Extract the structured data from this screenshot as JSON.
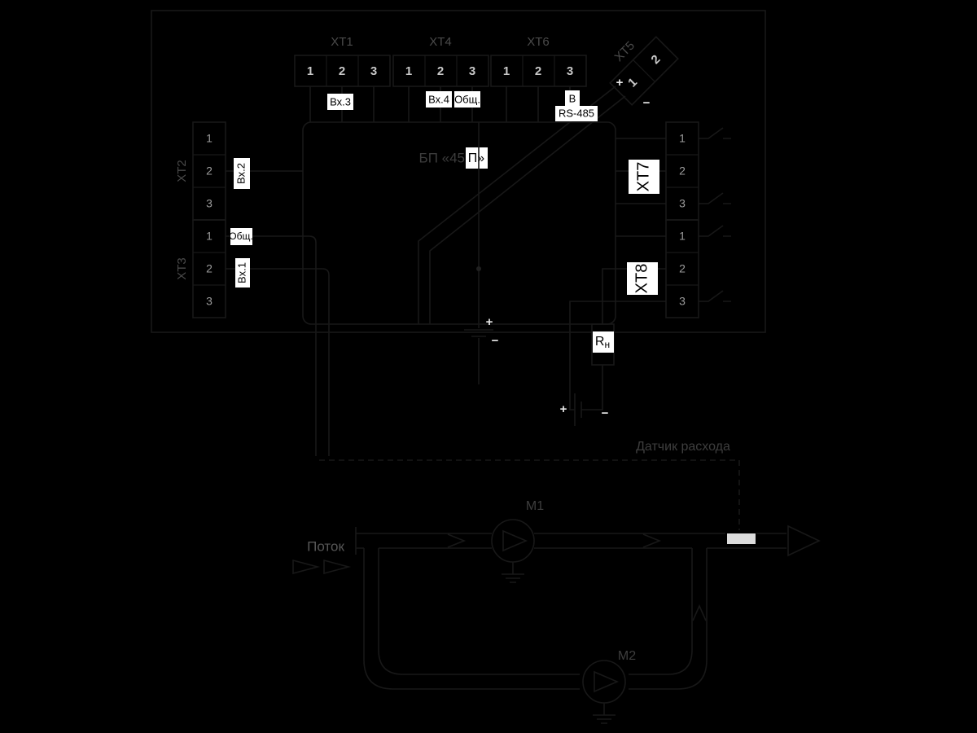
{
  "diagram": {
    "title": {
      "prefix": "БП «45",
      "chip": "П»"
    },
    "terminal_labels": {
      "top1": "ХТ1",
      "top2": "ХТ4",
      "top3": "ХТ6",
      "rotated": "ХТ5",
      "left_top": "ХТ2",
      "left_bottom": "ХТ3",
      "right_top": "ХТ7",
      "right_bottom": "ХТ8"
    },
    "cells": {
      "top1": [
        "1",
        "2",
        "3"
      ],
      "top2": [
        "1",
        "2",
        "3"
      ],
      "top3": [
        "1",
        "2",
        "3"
      ],
      "rotated": [
        "1",
        "2"
      ],
      "left_top": [
        "1",
        "2",
        "3"
      ],
      "left_bottom": [
        "1",
        "2",
        "3"
      ],
      "right_top": [
        "1",
        "2",
        "3"
      ],
      "right_bottom": [
        "1",
        "2",
        "3"
      ]
    },
    "signal_labels": {
      "vx3": "Вх.3",
      "vx4": "Вх.4",
      "obsh_top": "Общ.",
      "b_line": "В",
      "rs485": "RS-485",
      "vx2": "Вх.2",
      "obsh_left": "Общ.",
      "vx1": "Вх.1",
      "load_main": "R",
      "load_sub": "н"
    },
    "polarity": {
      "plus": "+",
      "minus": "−"
    },
    "annotations": {
      "flow": "Поток",
      "flow_sensor": "Датчик расхода",
      "pump1": "М1",
      "pump2": "М2"
    },
    "colors": {
      "background": "#000000",
      "line": "#181818",
      "dim_label": "#4a4a4a",
      "digit": "#c8c8c8",
      "side_digit": "#9a9a9a",
      "chip_bg": "#ffffff",
      "chip_text": "#000000",
      "white_mark": "#e8e8e8",
      "faint_label": "#3e3e3e",
      "sensor_fill": "#dcdcdc"
    }
  }
}
